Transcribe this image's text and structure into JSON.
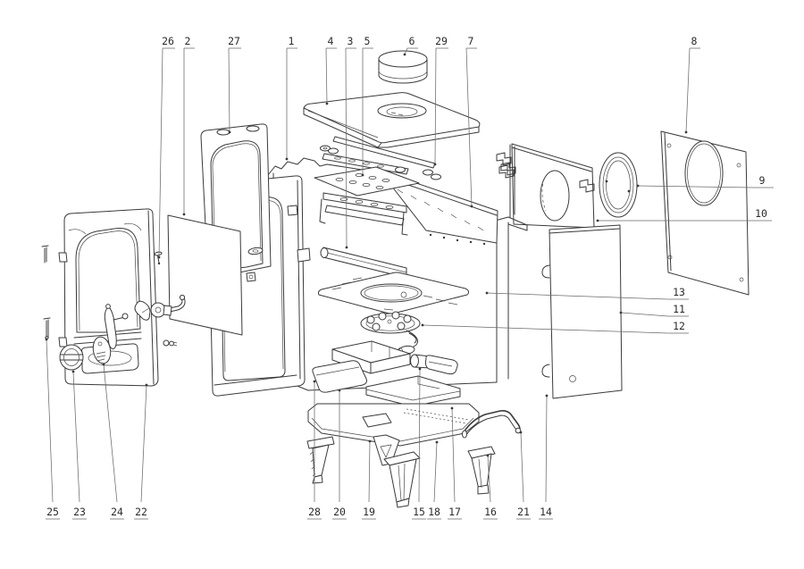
{
  "diagram": {
    "type": "exploded-parts-diagram",
    "subject": "stove exploded view technical drawing",
    "background_color": "#ffffff",
    "line_color": "#3a3a3a",
    "label_color": "#2a2a2a",
    "labels": [
      {
        "text": "26"
      },
      {
        "text": "2"
      },
      {
        "text": "27"
      },
      {
        "text": "1"
      },
      {
        "text": "4"
      },
      {
        "text": "3"
      },
      {
        "text": "5"
      },
      {
        "text": "6"
      },
      {
        "text": "29"
      },
      {
        "text": "7"
      },
      {
        "text": "8"
      },
      {
        "text": "9"
      },
      {
        "text": "10"
      },
      {
        "text": "13"
      },
      {
        "text": "11"
      },
      {
        "text": "12"
      },
      {
        "text": "25"
      },
      {
        "text": "23"
      },
      {
        "text": "24"
      },
      {
        "text": "22"
      },
      {
        "text": "28"
      },
      {
        "text": "20"
      },
      {
        "text": "19"
      },
      {
        "text": "15"
      },
      {
        "text": "18"
      },
      {
        "text": "17"
      },
      {
        "text": "16"
      },
      {
        "text": "21"
      },
      {
        "text": "14"
      }
    ]
  }
}
